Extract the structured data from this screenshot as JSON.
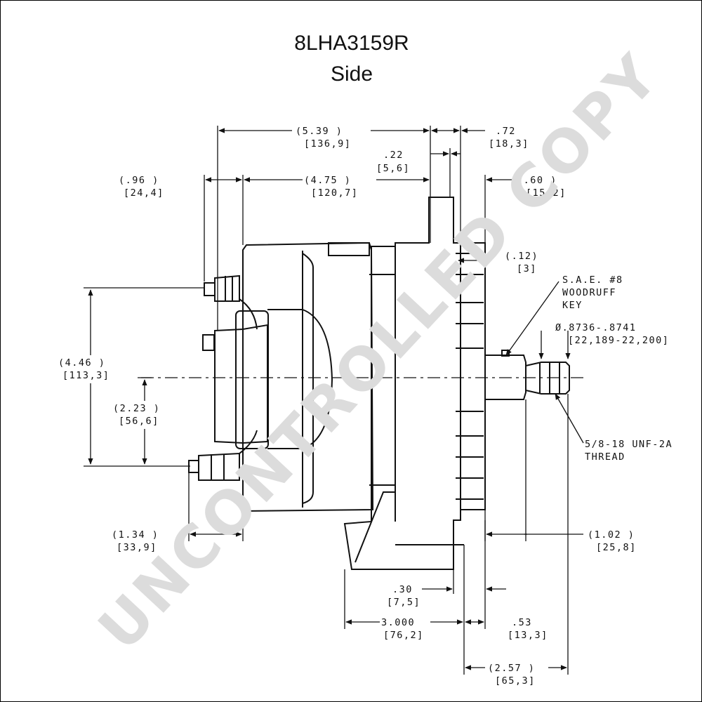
{
  "header": {
    "model": "8LHA3159R",
    "view": "Side"
  },
  "watermark": "UNCONTROLLED COPY",
  "dimensions": {
    "overall_length": {
      "in": "(5.39  )",
      "mm": "[136,9]"
    },
    "body_length": {
      "in": "(4.75  )",
      "mm": "[120,7]"
    },
    "terminal_offset": {
      "in": "(.96  )",
      "mm": "[24,4]"
    },
    "flange_thickness": {
      "in": ".22",
      "mm": "[5,6]"
    },
    "fan_width": {
      "in": ".72",
      "mm": "[18,3]"
    },
    "hub_length": {
      "in": "(.60  )",
      "mm": "[15,2]"
    },
    "fan_gap": {
      "in": "(.12)",
      "mm": "[3]"
    },
    "terminal_height": {
      "in": "(4.46  )",
      "mm": "[113,3]"
    },
    "center_height": {
      "in": "(2.23  )",
      "mm": "[56,6]"
    },
    "lower_terminal_offset": {
      "in": "(1.34  )",
      "mm": "[33,9]"
    },
    "shaft_extension": {
      "in": "(1.02  )",
      "mm": "[25,8]"
    },
    "foot_offset": {
      "in": ".30",
      "mm": "[7,5]"
    },
    "mount_width": {
      "in": "3.000",
      "mm": "[76,2]"
    },
    "hub_offset": {
      "in": ".53",
      "mm": "[13,3]"
    },
    "total_front": {
      "in": "(2.57  )",
      "mm": "[65,3]"
    }
  },
  "callouts": {
    "key": [
      "S.A.E. #8",
      "WOODRUFF",
      "KEY"
    ],
    "shaft_diameter": [
      "Ø.8736-.8741",
      "[22,189-22,200]"
    ],
    "thread": [
      "5/8-18 UNF-2A",
      "THREAD"
    ]
  }
}
